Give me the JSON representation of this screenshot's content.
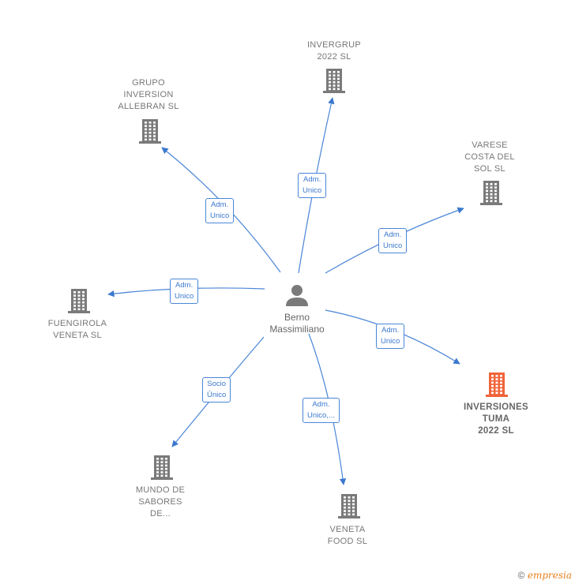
{
  "center": {
    "name": "Berno\nMassimiliano"
  },
  "nodes": [
    {
      "id": "invergrup",
      "label": "INVERGRUP\n2022  SL",
      "color": "#7a7a7a",
      "highlight": false
    },
    {
      "id": "grupo-inversion",
      "label": "GRUPO\nINVERSION\nALLEBRAN SL",
      "color": "#7a7a7a",
      "highlight": false
    },
    {
      "id": "varese",
      "label": "VARESE\nCOSTA DEL\nSOL  SL",
      "color": "#7a7a7a",
      "highlight": false
    },
    {
      "id": "fuengirola",
      "label": "FUENGIROLA\nVENETA  SL",
      "color": "#7a7a7a",
      "highlight": false
    },
    {
      "id": "inversiones-tuma",
      "label": "INVERSIONES\nTUMA\n2022  SL",
      "color": "#f0643a",
      "highlight": true
    },
    {
      "id": "mundo-sabores",
      "label": "MUNDO DE\nSABORES\nDE...",
      "color": "#7a7a7a",
      "highlight": false
    },
    {
      "id": "veneta-food",
      "label": "VENETA\nFOOD  SL",
      "color": "#7a7a7a",
      "highlight": false
    }
  ],
  "edges": [
    {
      "to": "invergrup",
      "label": "Adm.\nUnico"
    },
    {
      "to": "grupo-inversion",
      "label": "Adm.\nUnico"
    },
    {
      "to": "varese",
      "label": "Adm.\nUnico"
    },
    {
      "to": "fuengirola",
      "label": "Adm.\nUnico"
    },
    {
      "to": "inversiones-tuma",
      "label": "Adm.\nUnico"
    },
    {
      "to": "mundo-sabores",
      "label": "Socio\nÚnico"
    },
    {
      "to": "veneta-food",
      "label": "Adm.\nUnico,..."
    }
  ],
  "footer": {
    "copyright": "©",
    "brand": "empresia"
  },
  "colors": {
    "edge": "#4a86d8",
    "node": "#7a7a7a",
    "highlight": "#f0643a",
    "person": "#7a7a7a"
  }
}
